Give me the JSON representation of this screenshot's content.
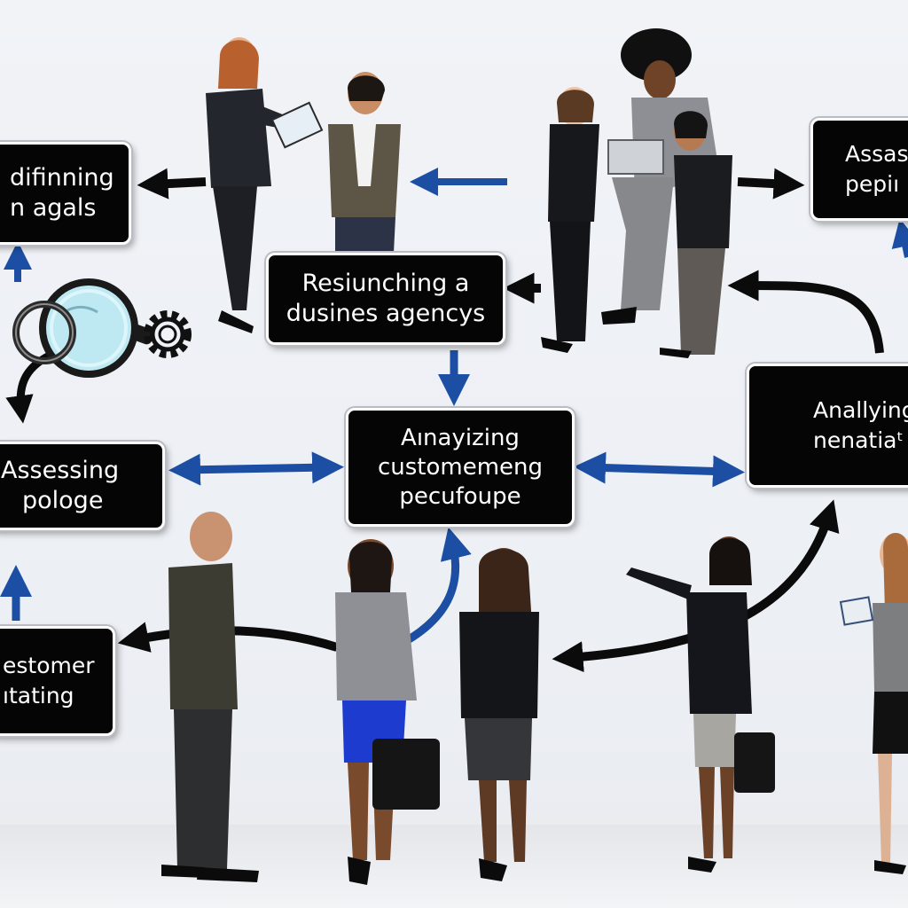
{
  "boxes": {
    "defining_goals": {
      "line1": "difinning",
      "line2": "n agals"
    },
    "assess_top_right": {
      "line1": "Assas",
      "line2": "pepiı"
    },
    "relaunching": {
      "line1": "Resiunching a",
      "line2": "dusines agencys"
    },
    "analyzing_customer": {
      "line1": "Aınayizing",
      "line2": "customemeng",
      "line3": "pecufoupe"
    },
    "analyzing_right": {
      "line1": "Anallying",
      "line2": "nenatiaᵗ"
    },
    "assessing_left": {
      "line1": "Assessing",
      "line2": "pologe"
    },
    "customer_rating": {
      "line1": "estomer",
      "line2": "ıtating"
    }
  },
  "colors": {
    "box_fill": "#050505",
    "box_text": "#ffffff",
    "arrow_blue": "#1c4fa3",
    "arrow_black": "#0b0b0b",
    "background": "#eef0f4"
  },
  "icons": [
    "magnifier-icon",
    "ring-icon",
    "gear-icon"
  ]
}
